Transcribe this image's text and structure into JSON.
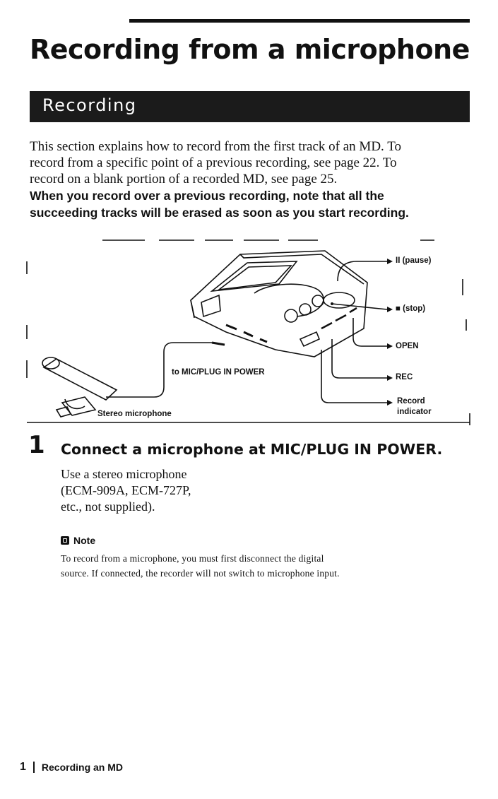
{
  "page": {
    "title": "Recording from a microphone",
    "section": "Recording",
    "intro_lines": [
      "This section explains how to record from the first track of an MD. To",
      "record from a specific point of a previous recording, see page 22. To",
      "record on a blank portion of a recorded MD, see page 25."
    ],
    "warning_lines": [
      "When you record over a previous recording, note that all the",
      "succeeding tracks will be erased as soon as you start recording."
    ]
  },
  "figure": {
    "labels": {
      "pause": "II (pause)",
      "stop": "■ (stop)",
      "open": "OPEN",
      "rec": "REC",
      "record_indicator_1": "Record",
      "record_indicator_2": "indicator",
      "jack": "to MIC/PLUG IN POWER",
      "microphone": "Stereo microphone"
    }
  },
  "step": {
    "number": "1",
    "heading": "Connect a microphone at MIC/PLUG IN POWER.",
    "body_lines": [
      "Use a stereo microphone",
      "(ECM-909A, ECM-727P,",
      "etc., not supplied)."
    ]
  },
  "note": {
    "heading": "Note",
    "icon": "note-icon",
    "lines": [
      "To record from a microphone, you must first disconnect the digital",
      "source. If connected, the recorder will not switch to microphone input."
    ]
  },
  "footer": {
    "page_number": "1",
    "section": "Recording an MD"
  }
}
